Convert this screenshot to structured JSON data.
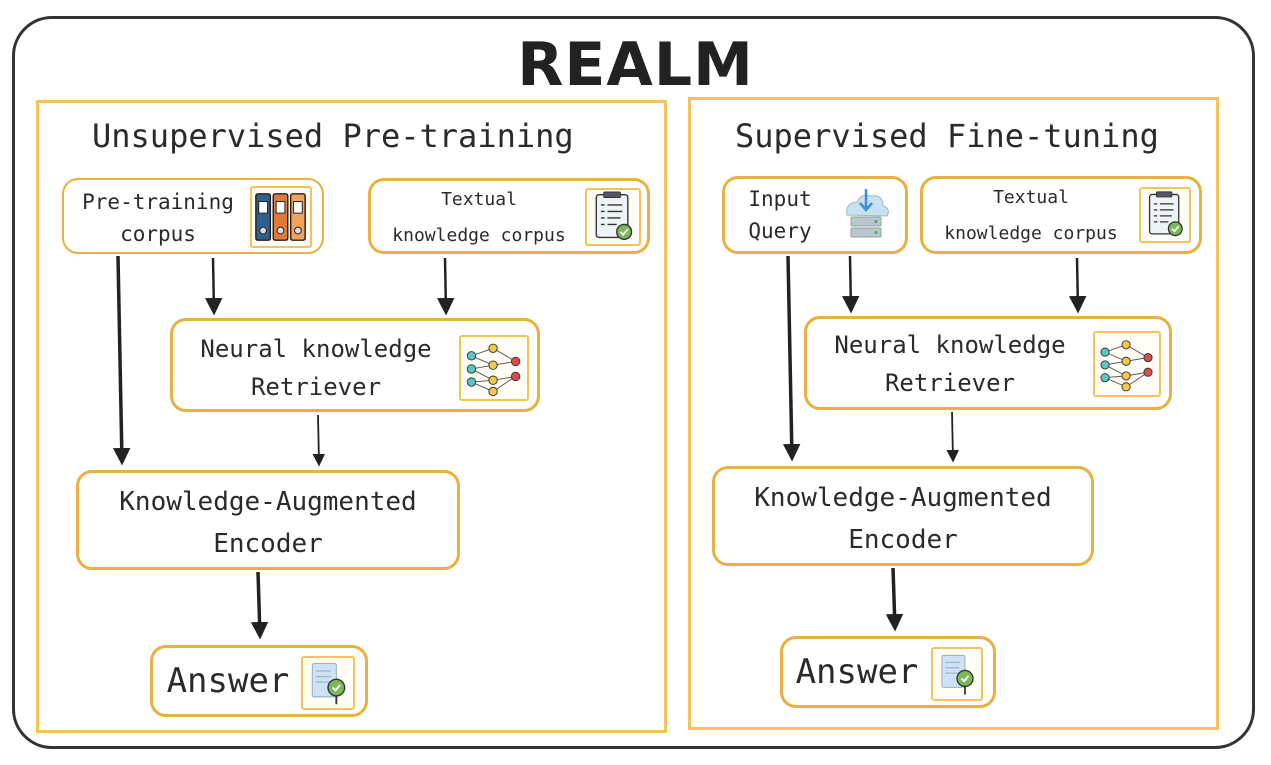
{
  "title": "REALM",
  "left": {
    "title": "Unsupervised Pre-training",
    "corpus": {
      "line1": "Pre-training",
      "line2": "corpus",
      "icon": "binders-icon"
    },
    "knowledge": {
      "line1": "Textual",
      "line2": "knowledge corpus",
      "icon": "document-checklist-icon"
    },
    "retriever": {
      "line1": "Neural knowledge",
      "line2": "Retriever",
      "icon": "neural-network-icon"
    },
    "encoder": {
      "line1": "Knowledge-Augmented",
      "line2": "Encoder"
    },
    "answer": {
      "label": "Answer",
      "icon": "answer-document-icon"
    }
  },
  "right": {
    "title": "Supervised Fine-tuning",
    "query": {
      "line1": "Input",
      "line2": "Query",
      "icon": "cloud-database-icon"
    },
    "knowledge": {
      "line1": "Textual",
      "line2": "knowledge corpus",
      "icon": "document-checklist-icon"
    },
    "retriever": {
      "line1": "Neural knowledge",
      "line2": "Retriever",
      "icon": "neural-network-icon"
    },
    "encoder": {
      "line1": "Knowledge-Augmented",
      "line2": "Encoder"
    },
    "answer": {
      "label": "Answer",
      "icon": "answer-document-icon"
    }
  },
  "colors": {
    "accent": "#f3c35a",
    "node_border": "#e8b040",
    "frame": "#333333",
    "text": "#2a2a2a"
  }
}
